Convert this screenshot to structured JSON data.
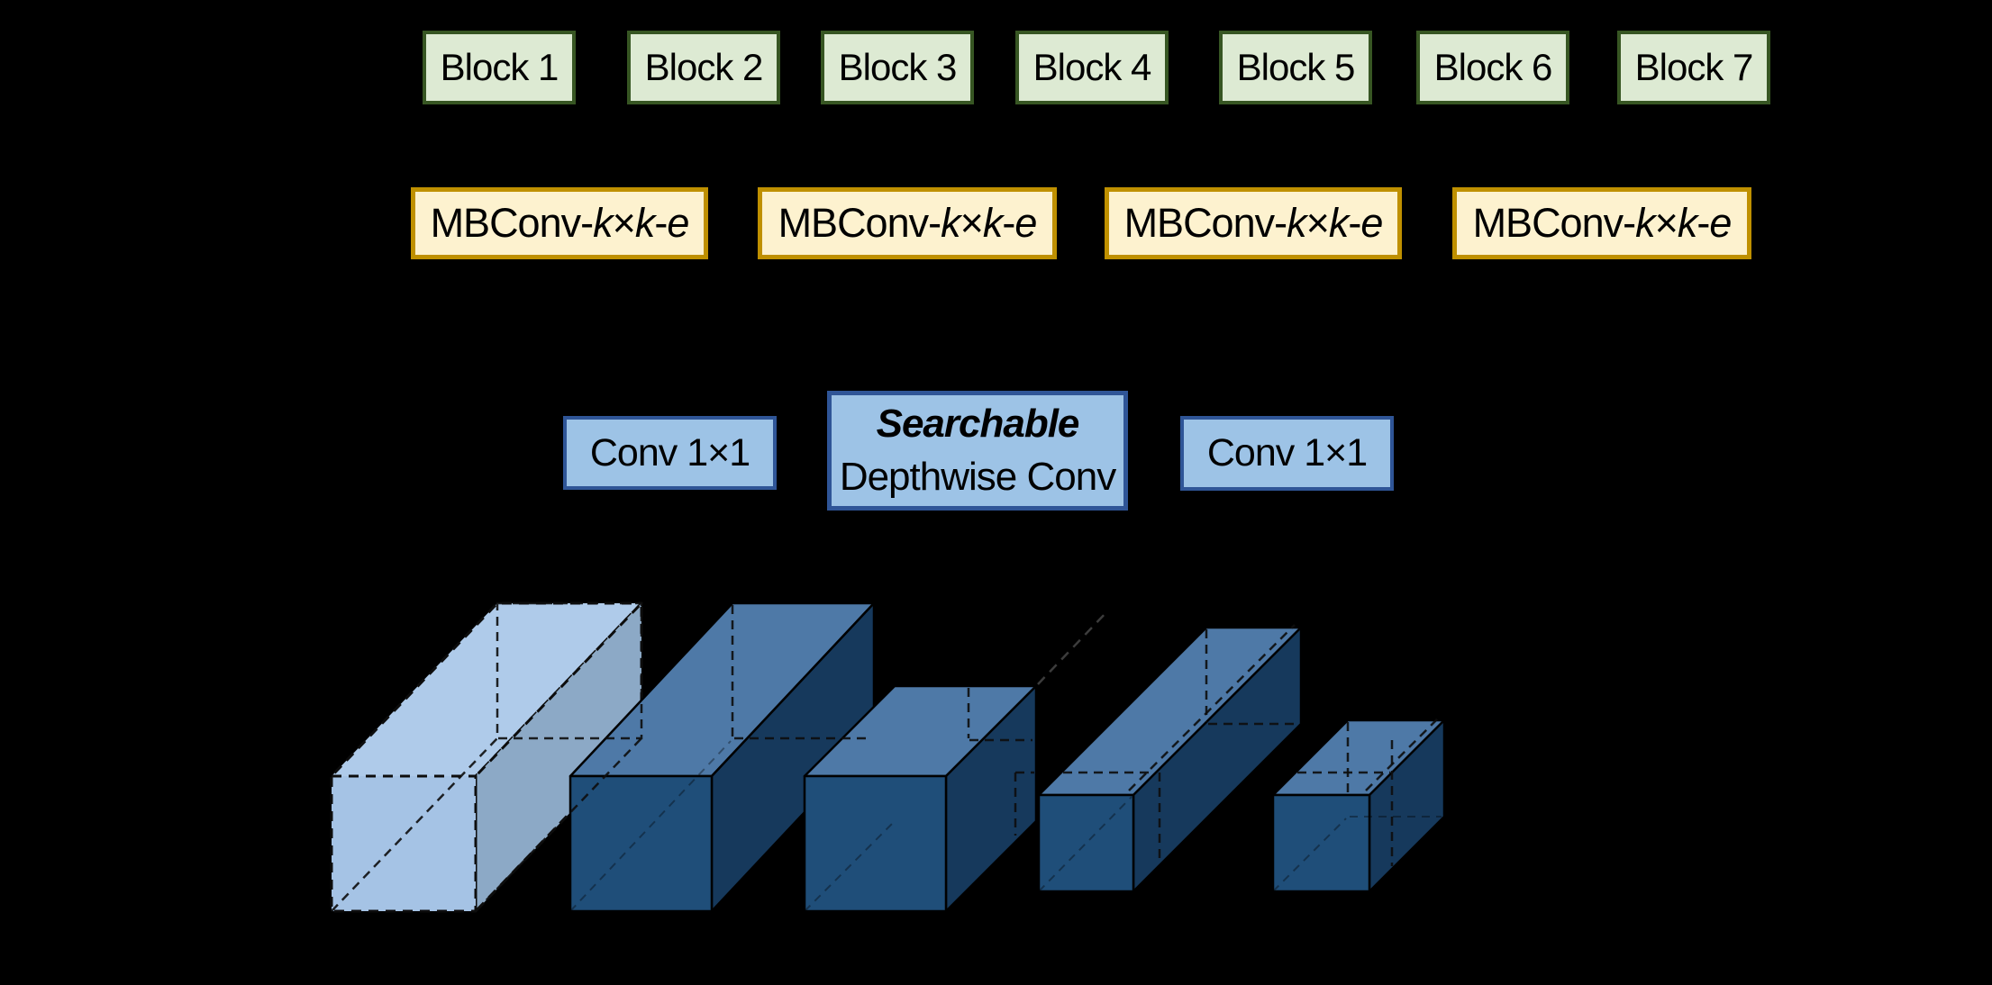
{
  "figure": {
    "background": "#000000",
    "kind": "neural-architecture-search-diagram"
  },
  "rows": {
    "blocks": {
      "items": [
        {
          "label": "Block 1"
        },
        {
          "label": "Block 2"
        },
        {
          "label": "Block 3"
        },
        {
          "label": "Block 4"
        },
        {
          "label": "Block 5"
        },
        {
          "label": "Block 6"
        },
        {
          "label": "Block 7"
        }
      ]
    },
    "mbconv": {
      "count": 4,
      "segments": [
        {
          "t": "MBConv-",
          "italic": false
        },
        {
          "t": "k",
          "italic": true
        },
        {
          "t": "×",
          "italic": false
        },
        {
          "t": "k",
          "italic": true
        },
        {
          "t": "-",
          "italic": false
        },
        {
          "t": "e",
          "italic": true
        }
      ]
    },
    "micro": {
      "conv1": "Conv 1×1",
      "searchable_line1": "Searchable",
      "searchable_line2": "Depthwise Conv",
      "conv2": "Conv 1×1"
    }
  },
  "palette": {
    "block_fill": "#DDEAD3",
    "block_border": "#375623",
    "mbconv_fill": "#FDF2CF",
    "mbconv_border": "#BF9000",
    "conv_fill": "#9DC3E6",
    "conv_border": "#2F5597",
    "text": "#000000",
    "cuboid_light_top": "#AFCBEA",
    "cuboid_light_front": "#A5C3E5",
    "cuboid_light_side": "#8CA9C6",
    "cuboid_dark_top": "#4E79A7",
    "cuboid_dark_front": "#1F4E79",
    "cuboid_dark_side": "#16395C",
    "edge": "#0D0D0D"
  },
  "cuboids": [
    {
      "name": "superkernel-full-light-dashed",
      "style": "light-dashed",
      "depth": "long"
    },
    {
      "name": "kernel-dark-long",
      "style": "dark-solid",
      "depth": "long"
    },
    {
      "name": "kernel-dark-short",
      "style": "dark-solid",
      "depth": "short"
    },
    {
      "name": "kernel-dark-narrow-long",
      "style": "dark-solid",
      "depth": "long"
    },
    {
      "name": "kernel-dark-narrow-short",
      "style": "dark-solid",
      "depth": "short"
    }
  ]
}
